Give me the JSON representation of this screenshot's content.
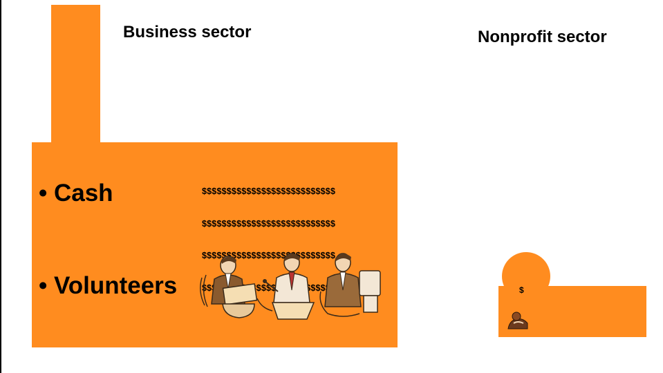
{
  "titles": {
    "business": "Business sector",
    "nonprofit": "Nonprofit sector"
  },
  "business": {
    "bullets": {
      "cash": "• Cash",
      "volunteers": "• Volunteers"
    },
    "dollar_rows": [
      "$$$$$$$$$$$$$$$$$$$$$$$$$$$",
      "$$$$$$$$$$$$$$$$$$$$$$$$$$$",
      "$$$$$$$$$$$$$$$$$$$$$$$$$$$",
      "$$$$$$$$$$$$$$$$$$$$$$$$$$$"
    ],
    "volunteer_figures": [
      "businessman-with-package-icon",
      "businessman-at-podium-icon",
      "businessman-at-computer-icon"
    ]
  },
  "nonprofit": {
    "dollar": "$",
    "figure": "handshake-icon"
  },
  "colors": {
    "factory": "#FF8C1F",
    "text": "#000000",
    "background": "#FFFFFF"
  }
}
